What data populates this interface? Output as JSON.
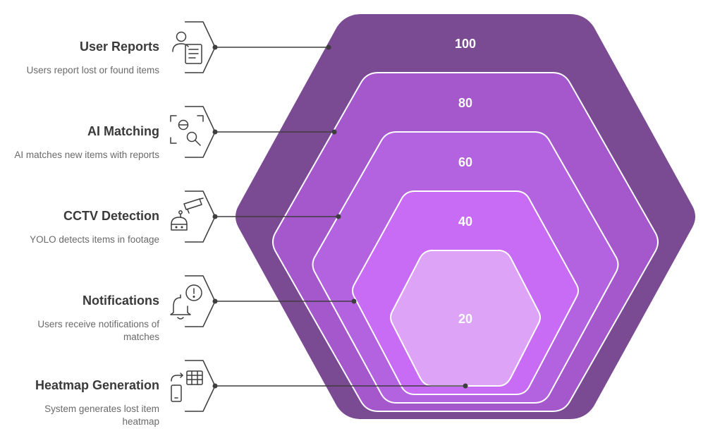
{
  "items": [
    {
      "title": "User Reports",
      "description": "Users report lost or found items",
      "icon": "user-report-icon"
    },
    {
      "title": "AI Matching",
      "description": "AI matches new items with reports",
      "icon": "ai-match-search-icon"
    },
    {
      "title": "CCTV Detection",
      "description": "YOLO detects items in footage",
      "icon": "cctv-camera-icon"
    },
    {
      "title": "Notifications",
      "description": "Users receive notifications of matches",
      "icon": "bell-alert-icon"
    },
    {
      "title": "Heatmap Generation",
      "description": "System generates lost item heatmap",
      "icon": "phone-table-icon"
    }
  ],
  "layers": [
    {
      "label": "100",
      "color": "#7a4a93"
    },
    {
      "label": "80",
      "color": "#a557cc"
    },
    {
      "label": "60",
      "color": "#b463e0"
    },
    {
      "label": "40",
      "color": "#c96cf5"
    },
    {
      "label": "20",
      "color": "#dda3f7"
    }
  ]
}
